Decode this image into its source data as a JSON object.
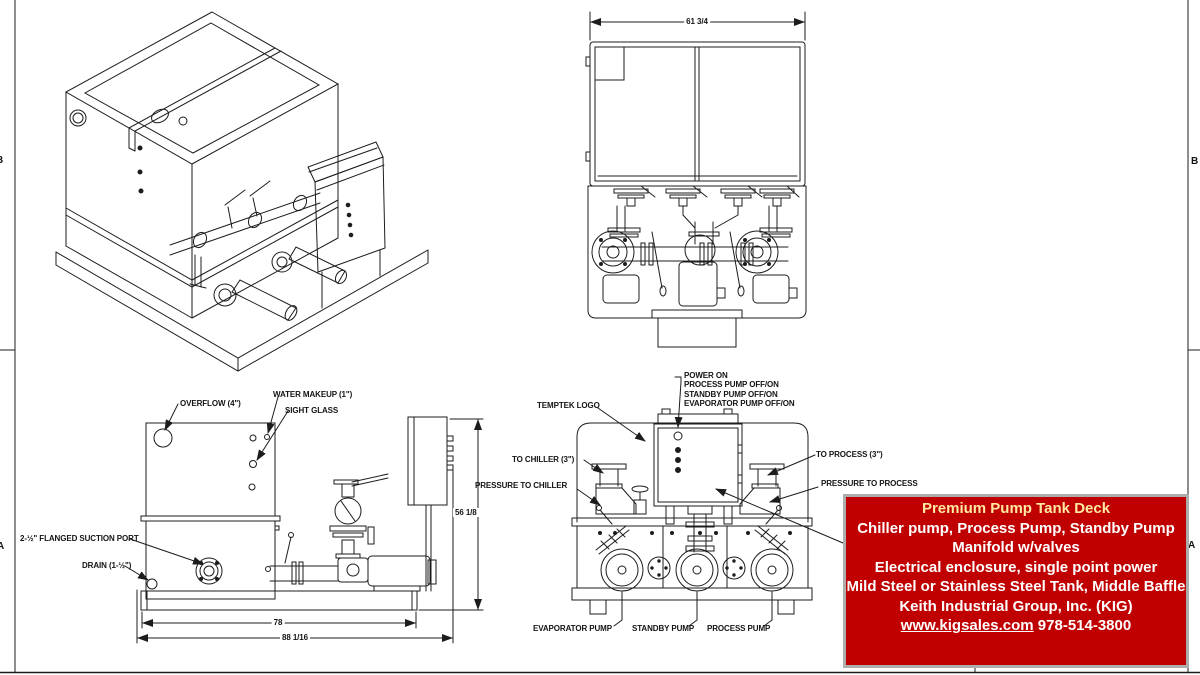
{
  "sheet": {
    "zone_b": "B",
    "zone_a": "A"
  },
  "top_view": {
    "width_dim": "61 3/4"
  },
  "side_view": {
    "overflow": "OVERFLOW (4\")",
    "water_makeup": "WATER MAKEUP (1\")",
    "sight_glass": "SIGHT GLASS",
    "suction_port": "2-½\" FLANGED SUCTION PORT",
    "drain": "DRAIN (1-½\")",
    "dim_inner_width": "78",
    "dim_overall_width": "88 1/16",
    "dim_height": "56 1/8"
  },
  "front_view": {
    "temptek_logo": "TEMPTEK LOGO",
    "power_lines": [
      "POWER ON",
      "PROCESS PUMP OFF/ON",
      "STANDBY PUMP OFF/ON",
      "EVAPORATOR PUMP OFF/ON"
    ],
    "to_chiller": "TO CHILLER (3\")",
    "pressure_to_chiller": "PRESSURE TO CHILLER",
    "to_process": "TO PROCESS (3\")",
    "pressure_to_process": "PRESSURE TO PROCESS",
    "evaporator_pump": "EVAPORATOR PUMP",
    "standby_pump": "STANDBY PUMP",
    "process_pump": "PROCESS PUMP"
  },
  "callout": {
    "title": "Premium Pump Tank Deck",
    "line1": "Chiller pump, Process Pump, Standby Pump",
    "line2": "Manifold w/valves",
    "line3": "Electrical enclosure, single point power",
    "line4": "Mild Steel or Stainless Steel Tank, Middle Baffle",
    "company": "Keith Industrial Group, Inc.  (KIG)",
    "website": "www.kigsales.com",
    "phone": "978-514-3800",
    "colors": {
      "background": "#c00000",
      "title_text": "#ffe9a0",
      "body_text": "#ffffff",
      "border": "#adadad"
    }
  }
}
